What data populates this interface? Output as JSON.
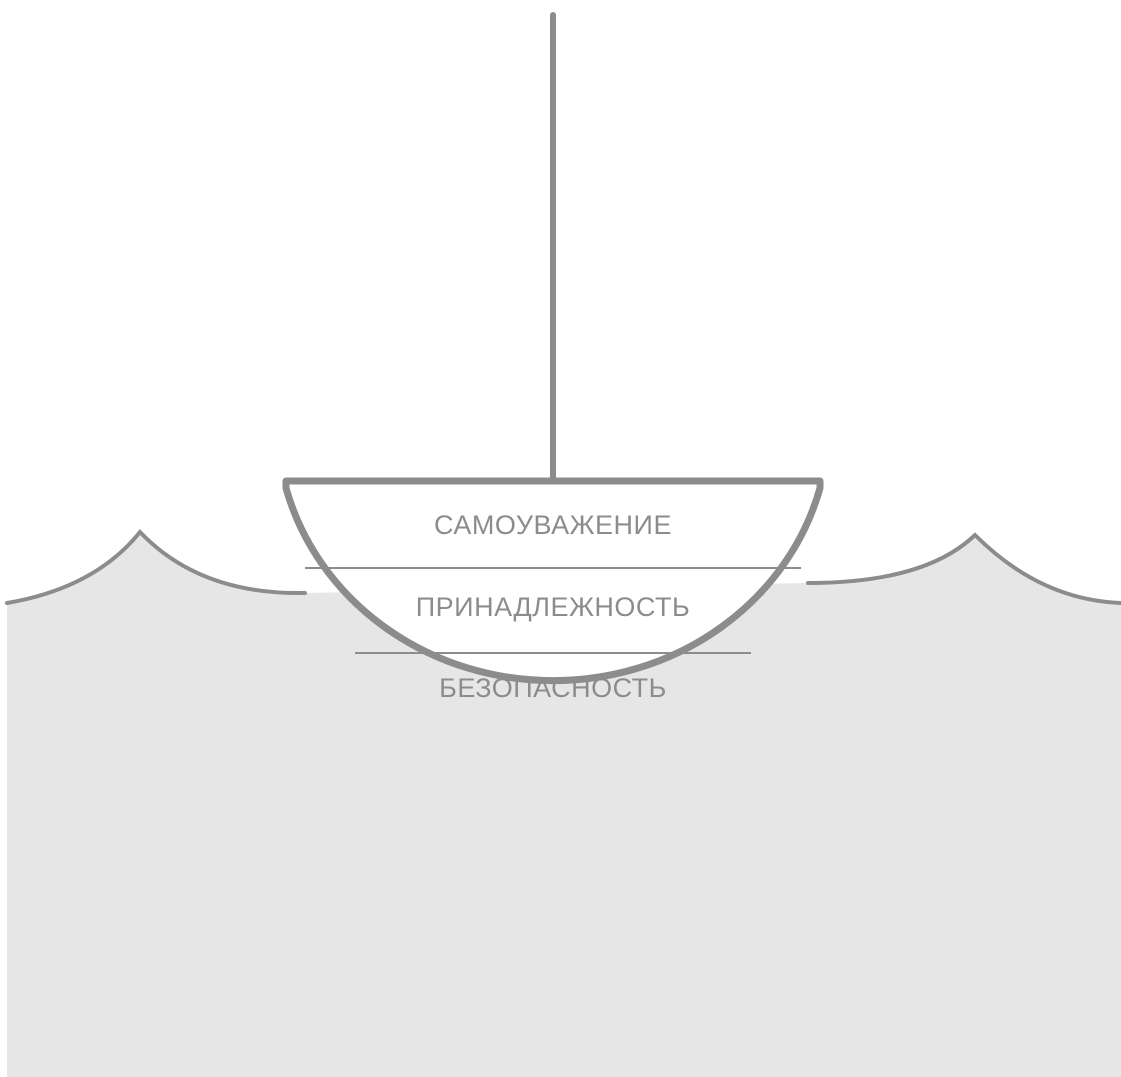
{
  "diagram": {
    "levels": [
      {
        "label": "САМОУВАЖЕНИЕ"
      },
      {
        "label": "ПРИНАДЛЕЖНОСТЬ"
      },
      {
        "label": "БЕЗОПАСНОСТЬ"
      }
    ]
  },
  "colors": {
    "outline": "#8c8c8c",
    "water": "#e6e6e6",
    "boat_fill": "#ffffff",
    "label": "#8c8c8c"
  }
}
